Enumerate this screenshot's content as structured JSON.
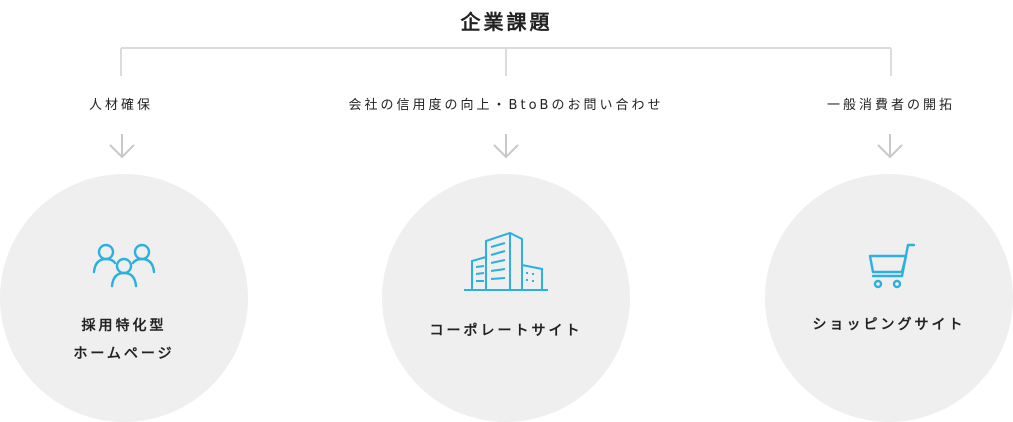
{
  "title": "企業課題",
  "columns": [
    {
      "issue": "人材確保",
      "icon": "people-group-icon",
      "solution_lines": [
        "採用特化型",
        "ホームページ"
      ]
    },
    {
      "issue": "会社の信用度の向上・BtoBのお問い合わせ",
      "icon": "office-buildings-icon",
      "solution_lines": [
        "コーポレートサイト"
      ]
    },
    {
      "issue": "一般消費者の開拓",
      "icon": "shopping-cart-icon",
      "solution_lines": [
        "ショッピングサイト"
      ]
    }
  ],
  "colors": {
    "accent": "#2bb0e0",
    "connector": "#dcdcdc",
    "circle": "#efefef",
    "text": "#222222"
  }
}
